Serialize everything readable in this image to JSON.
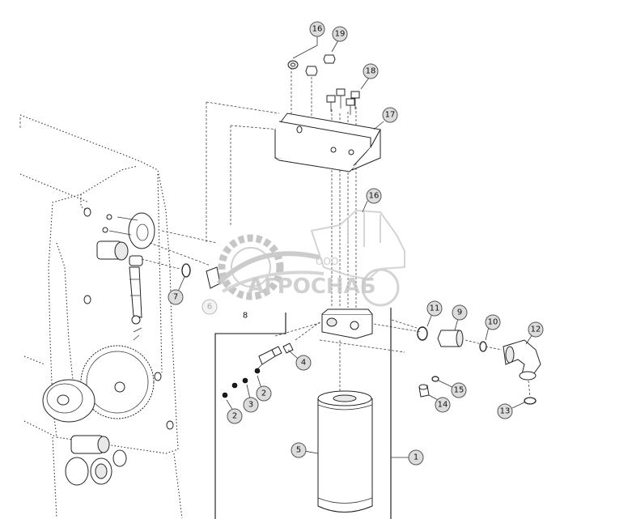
{
  "watermark": {
    "line1": "ООО",
    "line2": "АГРОСНАБ"
  },
  "callouts": [
    {
      "id": "c16a",
      "label": "16"
    },
    {
      "id": "c19",
      "label": "19"
    },
    {
      "id": "c18",
      "label": "18"
    },
    {
      "id": "c17",
      "label": "17"
    },
    {
      "id": "c16b",
      "label": "16"
    },
    {
      "id": "c7",
      "label": "7"
    },
    {
      "id": "c6",
      "label": "6"
    },
    {
      "id": "c8",
      "label": "8"
    },
    {
      "id": "c4",
      "label": "4"
    },
    {
      "id": "c2a",
      "label": "2"
    },
    {
      "id": "c3",
      "label": "3"
    },
    {
      "id": "c2b",
      "label": "2"
    },
    {
      "id": "c5",
      "label": "5"
    },
    {
      "id": "c1",
      "label": "1"
    },
    {
      "id": "c11",
      "label": "11"
    },
    {
      "id": "c9",
      "label": "9"
    },
    {
      "id": "c10",
      "label": "10"
    },
    {
      "id": "c12",
      "label": "12"
    },
    {
      "id": "c15",
      "label": "15"
    },
    {
      "id": "c14",
      "label": "14"
    },
    {
      "id": "c13",
      "label": "13"
    }
  ]
}
